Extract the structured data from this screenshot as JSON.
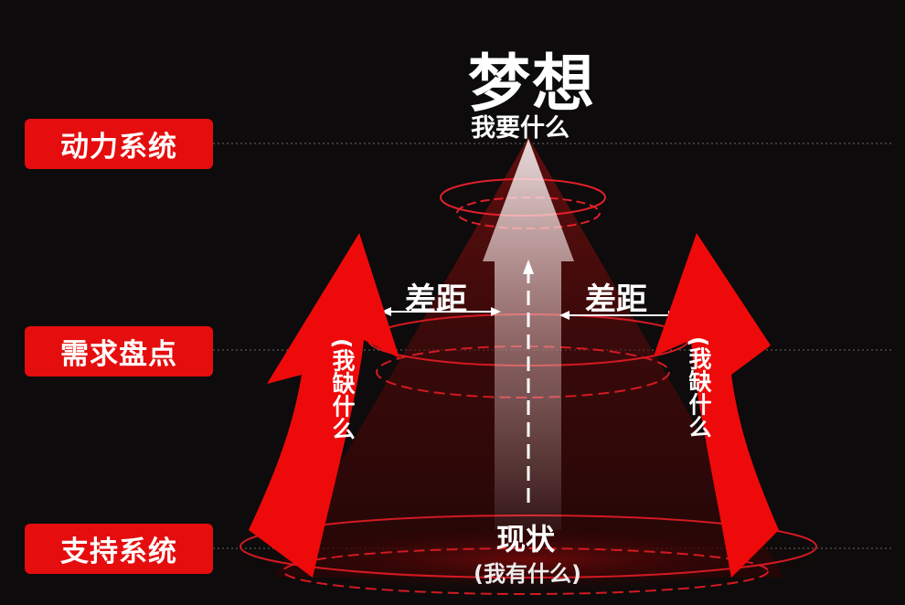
{
  "title": "梦想",
  "subtitle": "我要什么",
  "gap_left": "差距",
  "gap_right": "差距",
  "current": "现状",
  "current_sub": "(我有什么)",
  "side_left": "(我缺什么",
  "side_right": "(我缺什么",
  "levels": [
    "动力系统",
    "需求盘点",
    "支持系统"
  ],
  "colors": {
    "accent": "#e50d0d",
    "background": "#0d0b0b"
  }
}
